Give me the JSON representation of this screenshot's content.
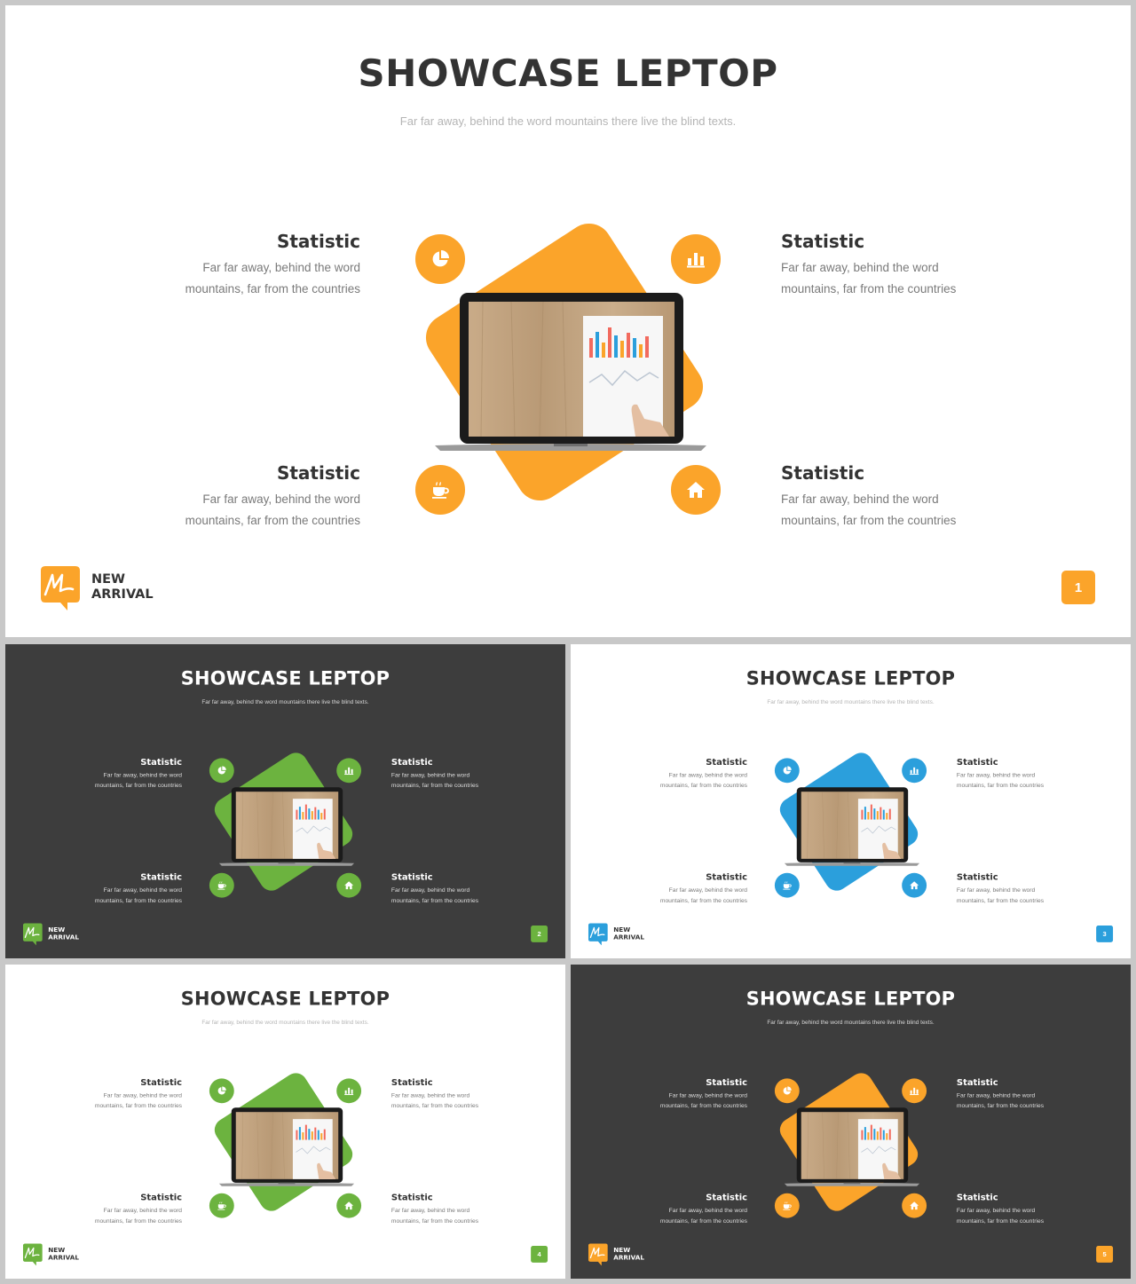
{
  "slides": [
    {
      "theme": "light",
      "accent": "#fba42a",
      "page": "1",
      "title": "SHOWCASE LEPTOP",
      "subtitle": "Far far away, behind the word mountains there live the blind texts.",
      "stats": [
        {
          "title": "Statistic",
          "line1": "Far far away, behind the word",
          "line2": "mountains, far from the countries"
        },
        {
          "title": "Statistic",
          "line1": "Far far away, behind the word",
          "line2": "mountains, far from the countries"
        },
        {
          "title": "Statistic",
          "line1": "Far far away, behind the word",
          "line2": "mountains, far from the countries"
        },
        {
          "title": "Statistic",
          "line1": "Far far away, behind the word",
          "line2": "mountains, far from the countries"
        }
      ],
      "logo": {
        "line1": "NEW",
        "line2": "ARRIVAL"
      }
    },
    {
      "theme": "dark",
      "accent": "#6cb33f",
      "page": "2",
      "title": "SHOWCASE LEPTOP",
      "subtitle": "Far far away, behind the word mountains there live the blind texts.",
      "stats": [
        {
          "title": "Statistic",
          "line1": "Far far away, behind the word",
          "line2": "mountains, far from the countries"
        },
        {
          "title": "Statistic",
          "line1": "Far far away, behind the word",
          "line2": "mountains, far from the countries"
        },
        {
          "title": "Statistic",
          "line1": "Far far away, behind the word",
          "line2": "mountains, far from the countries"
        },
        {
          "title": "Statistic",
          "line1": "Far far away, behind the word",
          "line2": "mountains, far from the countries"
        }
      ],
      "logo": {
        "line1": "NEW",
        "line2": "ARRIVAL"
      }
    },
    {
      "theme": "light",
      "accent": "#2b9fdc",
      "page": "3",
      "title": "SHOWCASE LEPTOP",
      "subtitle": "Far far away, behind the word mountains there live the blind texts.",
      "stats": [
        {
          "title": "Statistic",
          "line1": "Far far away, behind the word",
          "line2": "mountains, far from the countries"
        },
        {
          "title": "Statistic",
          "line1": "Far far away, behind the word",
          "line2": "mountains, far from the countries"
        },
        {
          "title": "Statistic",
          "line1": "Far far away, behind the word",
          "line2": "mountains, far from the countries"
        },
        {
          "title": "Statistic",
          "line1": "Far far away, behind the word",
          "line2": "mountains, far from the countries"
        }
      ],
      "logo": {
        "line1": "NEW",
        "line2": "ARRIVAL"
      }
    },
    {
      "theme": "light",
      "accent": "#6cb33f",
      "page": "4",
      "title": "SHOWCASE LEPTOP",
      "subtitle": "Far far away, behind the word mountains there live the blind texts.",
      "stats": [
        {
          "title": "Statistic",
          "line1": "Far far away, behind the word",
          "line2": "mountains, far from the countries"
        },
        {
          "title": "Statistic",
          "line1": "Far far away, behind the word",
          "line2": "mountains, far from the countries"
        },
        {
          "title": "Statistic",
          "line1": "Far far away, behind the word",
          "line2": "mountains, far from the countries"
        },
        {
          "title": "Statistic",
          "line1": "Far far away, behind the word",
          "line2": "mountains, far from the countries"
        }
      ],
      "logo": {
        "line1": "NEW",
        "line2": "ARRIVAL"
      }
    },
    {
      "theme": "dark",
      "accent": "#fba42a",
      "page": "5",
      "title": "SHOWCASE LEPTOP",
      "subtitle": "Far far away, behind the word mountains there live the blind texts.",
      "stats": [
        {
          "title": "Statistic",
          "line1": "Far far away, behind the word",
          "line2": "mountains, far from the countries"
        },
        {
          "title": "Statistic",
          "line1": "Far far away, behind the word",
          "line2": "mountains, far from the countries"
        },
        {
          "title": "Statistic",
          "line1": "Far far away, behind the word",
          "line2": "mountains, far from the countries"
        },
        {
          "title": "Statistic",
          "line1": "Far far away, behind the word",
          "line2": "mountains, far from the countries"
        }
      ],
      "logo": {
        "line1": "NEW",
        "line2": "ARRIVAL"
      }
    }
  ],
  "icons": [
    "pie-chart-icon",
    "bar-chart-icon",
    "coffee-cup-icon",
    "home-icon"
  ]
}
